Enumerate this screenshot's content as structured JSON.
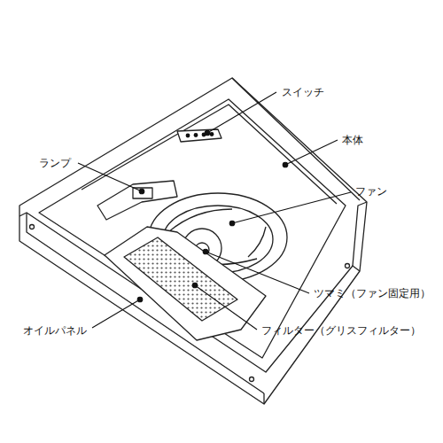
{
  "diagram": {
    "labels": [
      "スイッチ",
      "本体",
      "ランプ",
      "ファン",
      "ツマミ（ファン固定用）",
      "オイルパネル",
      "フィルター（グリスフィルター）"
    ]
  }
}
